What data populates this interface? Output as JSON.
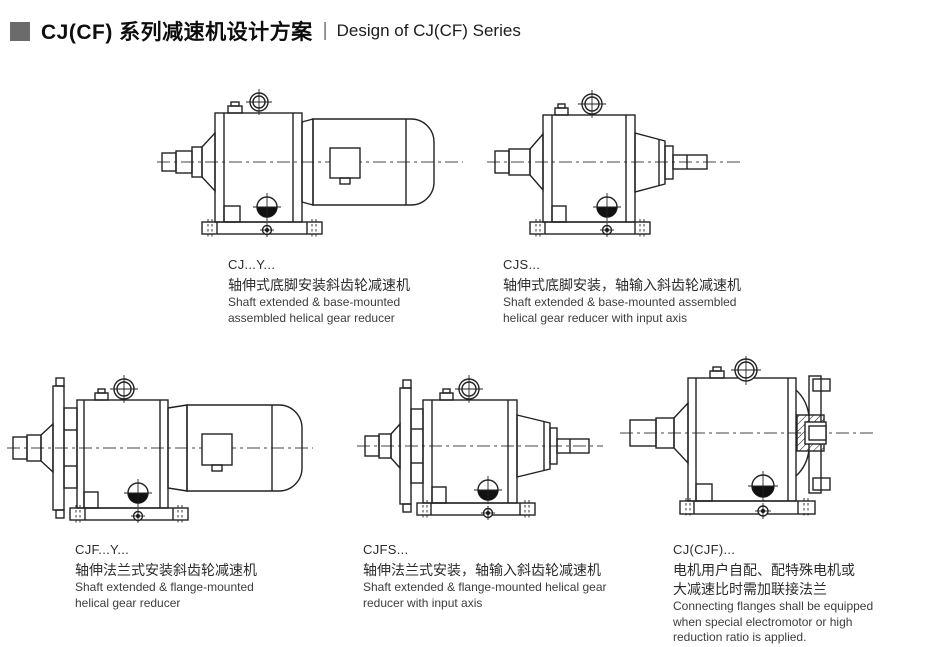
{
  "header": {
    "bullet_color": "#6b6b6b",
    "title_zh": "CJ(CF) 系列减速机设计方案",
    "divider": "|",
    "title_en": "Design of CJ(CF) Series"
  },
  "figures": [
    {
      "code": "CJ...Y...",
      "caption_zh_lines": [
        "轴伸式底脚安装斜齿轮减速机"
      ],
      "caption_en_lines": [
        "Shaft extended & base-mounted",
        "assembled helical gear reducer"
      ]
    },
    {
      "code": "CJS...",
      "caption_zh_lines": [
        "轴伸式底脚安装，轴输入斜齿轮减速机"
      ],
      "caption_en_lines": [
        "Shaft extended & base-mounted assembled",
        "helical gear reducer with input axis"
      ]
    },
    {
      "code": "CJF...Y...",
      "caption_zh_lines": [
        "轴伸法兰式安装斜齿轮减速机"
      ],
      "caption_en_lines": [
        "Shaft extended & flange-mounted",
        "helical gear reducer"
      ]
    },
    {
      "code": "CJFS...",
      "caption_zh_lines": [
        "轴伸法兰式安装，轴输入斜齿轮减速机"
      ],
      "caption_en_lines": [
        "Shaft extended & flange-mounted helical gear",
        "reducer with input axis"
      ]
    },
    {
      "code": "CJ(CJF)...",
      "caption_zh_lines": [
        "电机用户自配、配特殊电机或",
        "大减速比时需加联接法兰"
      ],
      "caption_en_lines": [
        "Connecting flanges shall be equipped",
        "when special electromotor or high",
        "reduction ratio is applied."
      ]
    }
  ],
  "drawing": {
    "line_color": "#222222"
  }
}
